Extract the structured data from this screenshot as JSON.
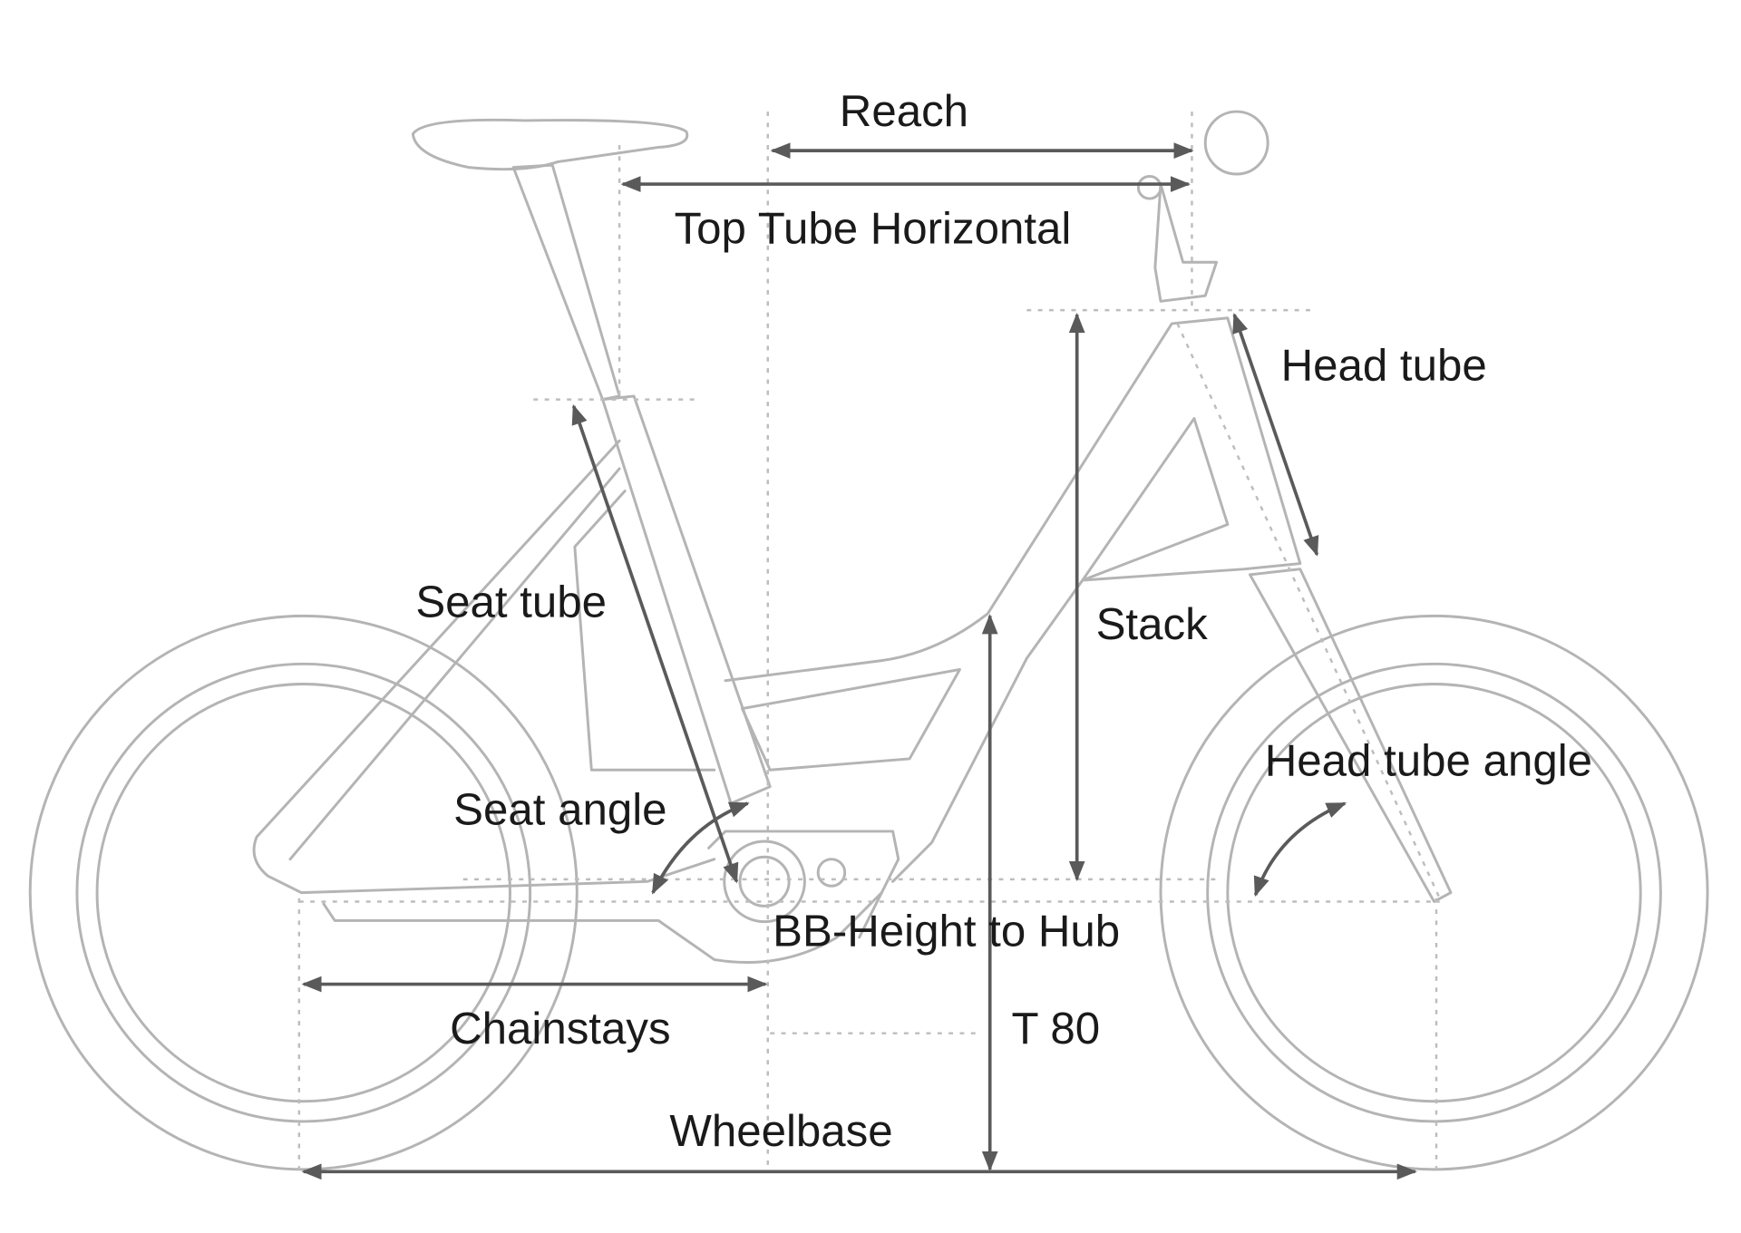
{
  "diagram": {
    "title": "Bike geometry",
    "labels": {
      "reach": "Reach",
      "top_tube_horizontal": "Top Tube Horizontal",
      "head_tube": "Head tube",
      "seat_tube": "Seat tube",
      "stack": "Stack",
      "head_tube_angle": "Head tube angle",
      "seat_angle": "Seat angle",
      "bb_height_to_hub": "BB-Height to Hub",
      "chainstays": "Chainstays",
      "t80": "T 80",
      "wheelbase": "Wheelbase"
    },
    "colors": {
      "frame": "#b4b4b4",
      "dimension": "#5a5a5a",
      "text": "#1a1a1a"
    }
  }
}
